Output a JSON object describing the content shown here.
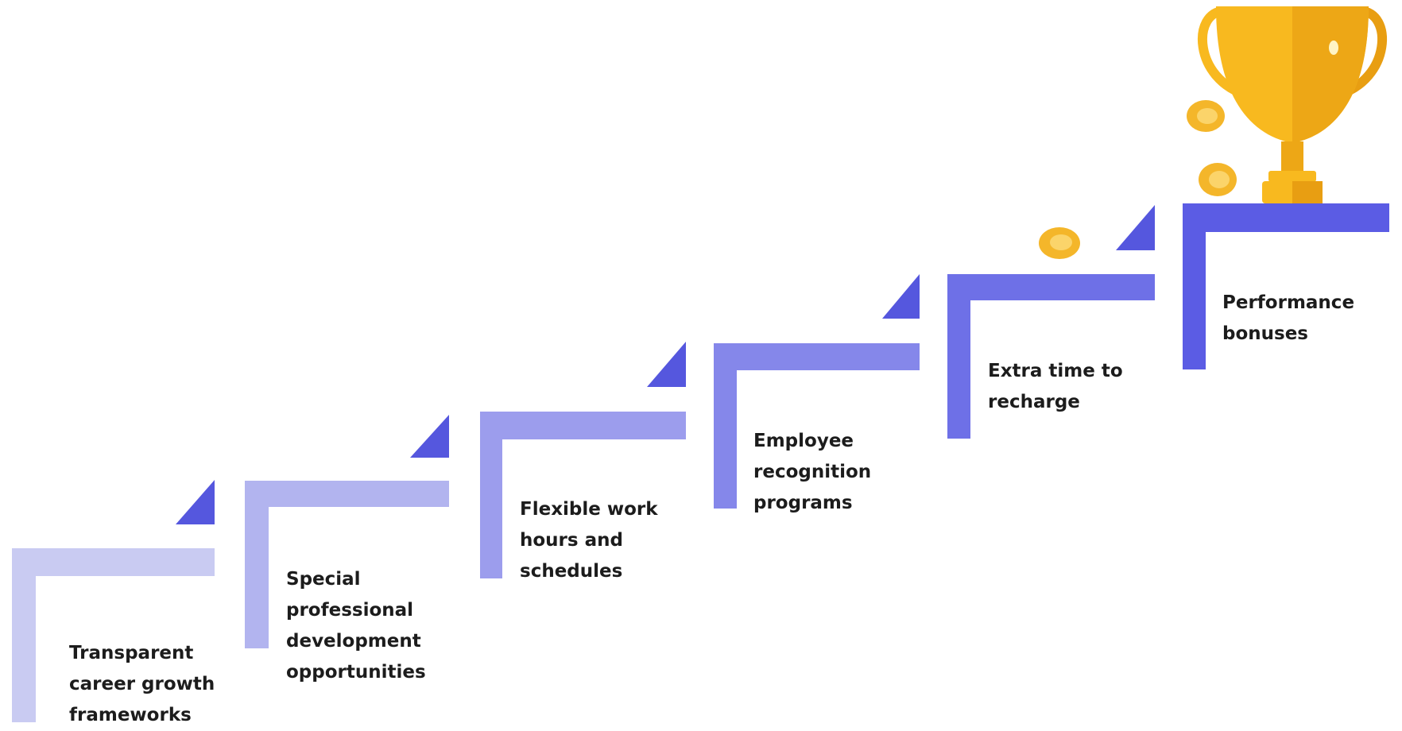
{
  "colors": {
    "step_1": "#c9cbf2",
    "step_2": "#b2b4ef",
    "step_3": "#9c9ded",
    "step_4": "#8587ea",
    "step_5": "#6e70e7",
    "step_6": "#5b5ce4",
    "arrow": "#5557de",
    "trophy": "#f8b91f",
    "trophy_dark": "#e89e12",
    "coin": "#f4b62a",
    "text": "#1c1c1c"
  },
  "icons": {
    "trophy": "trophy-icon",
    "coins": "coin-icon",
    "arrows": "arrow-icon"
  },
  "steps": [
    {
      "lines": [
        "Transparent",
        "career growth",
        "frameworks"
      ]
    },
    {
      "lines": [
        "Special",
        "professional",
        "development",
        "opportunities"
      ]
    },
    {
      "lines": [
        "Flexible work",
        "hours and",
        "schedules"
      ]
    },
    {
      "lines": [
        "Employee",
        "recognition",
        "programs"
      ]
    },
    {
      "lines": [
        "Extra time to",
        "recharge"
      ]
    },
    {
      "lines": [
        "Performance",
        "bonuses"
      ]
    }
  ]
}
